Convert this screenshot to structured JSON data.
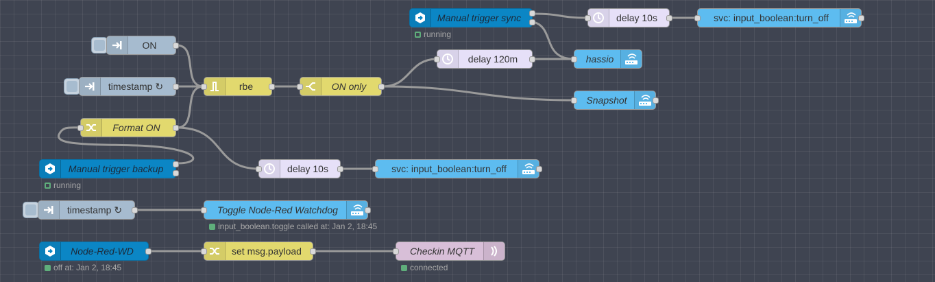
{
  "colors": {
    "inject": "#a6bbcf",
    "yellow": "#e2d96e",
    "delay": "#e6e0f8",
    "ha_blue": "#5dbcf0",
    "trigger_blue": "#0b86c5",
    "mqtt": "#d8bfd8",
    "wire": "#9a9a9a",
    "status_green": "#5fae7b"
  },
  "nodes": {
    "manual_trigger_sync": {
      "label": "Manual trigger sync",
      "status": "running",
      "icon": "trigger-icon"
    },
    "delay_10s_top": {
      "label": "delay 10s",
      "icon": "timer-icon"
    },
    "svc_turn_off_top": {
      "label": "svc: input_boolean:turn_off",
      "icon": "home-assistant-icon"
    },
    "inject_on": {
      "label": "ON",
      "icon": "arrow-in-icon"
    },
    "delay_120m": {
      "label": "delay 120m",
      "icon": "timer-icon"
    },
    "hassio": {
      "label": "hassio",
      "icon": "home-assistant-icon"
    },
    "inject_timestamp_1": {
      "label": "timestamp ↻",
      "icon": "arrow-in-icon"
    },
    "rbe": {
      "label": "rbe",
      "icon": "rbe-icon"
    },
    "on_only": {
      "label": "ON only",
      "icon": "switch-icon"
    },
    "snapshot": {
      "label": "Snapshot",
      "icon": "home-assistant-icon"
    },
    "format_on": {
      "label": "Format ON",
      "icon": "shuffle-icon"
    },
    "manual_trigger_backup": {
      "label": "Manual trigger backup",
      "status": "running",
      "icon": "trigger-icon"
    },
    "delay_10s_mid": {
      "label": "delay 10s",
      "icon": "timer-icon"
    },
    "svc_turn_off_mid": {
      "label": "svc: input_boolean:turn_off",
      "icon": "home-assistant-icon"
    },
    "inject_timestamp_2": {
      "label": "timestamp ↻",
      "icon": "arrow-in-icon"
    },
    "toggle_watchdog": {
      "label": "Toggle Node-Red Watchdog",
      "status": "input_boolean.toggle called at: Jan 2, 18:45",
      "icon": "home-assistant-icon"
    },
    "node_red_wd": {
      "label": "Node-Red-WD",
      "status": "off at: Jan 2, 18:45",
      "icon": "trigger-icon"
    },
    "set_msg_payload": {
      "label": "set msg.payload",
      "icon": "shuffle-icon"
    },
    "checkin_mqtt": {
      "label": "Checkin MQTT",
      "status": "connected",
      "icon": "mqtt-icon"
    }
  }
}
